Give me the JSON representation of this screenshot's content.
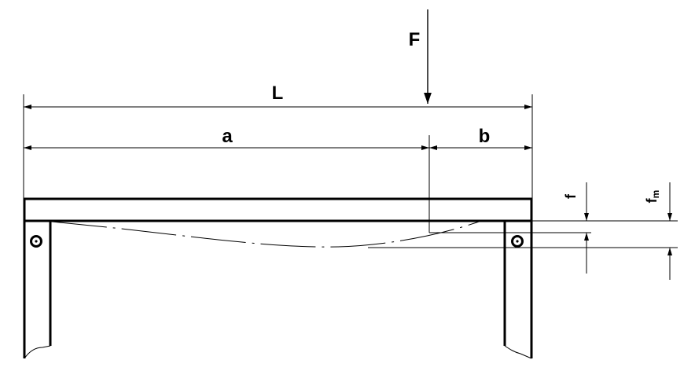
{
  "labels": {
    "force": "F",
    "length": "L",
    "dist_a": "a",
    "dist_b": "b",
    "deflection": "f",
    "max_deflection_main": "f",
    "max_deflection_sub": "m"
  },
  "colors": {
    "stroke": "#000000",
    "background": "#ffffff"
  }
}
